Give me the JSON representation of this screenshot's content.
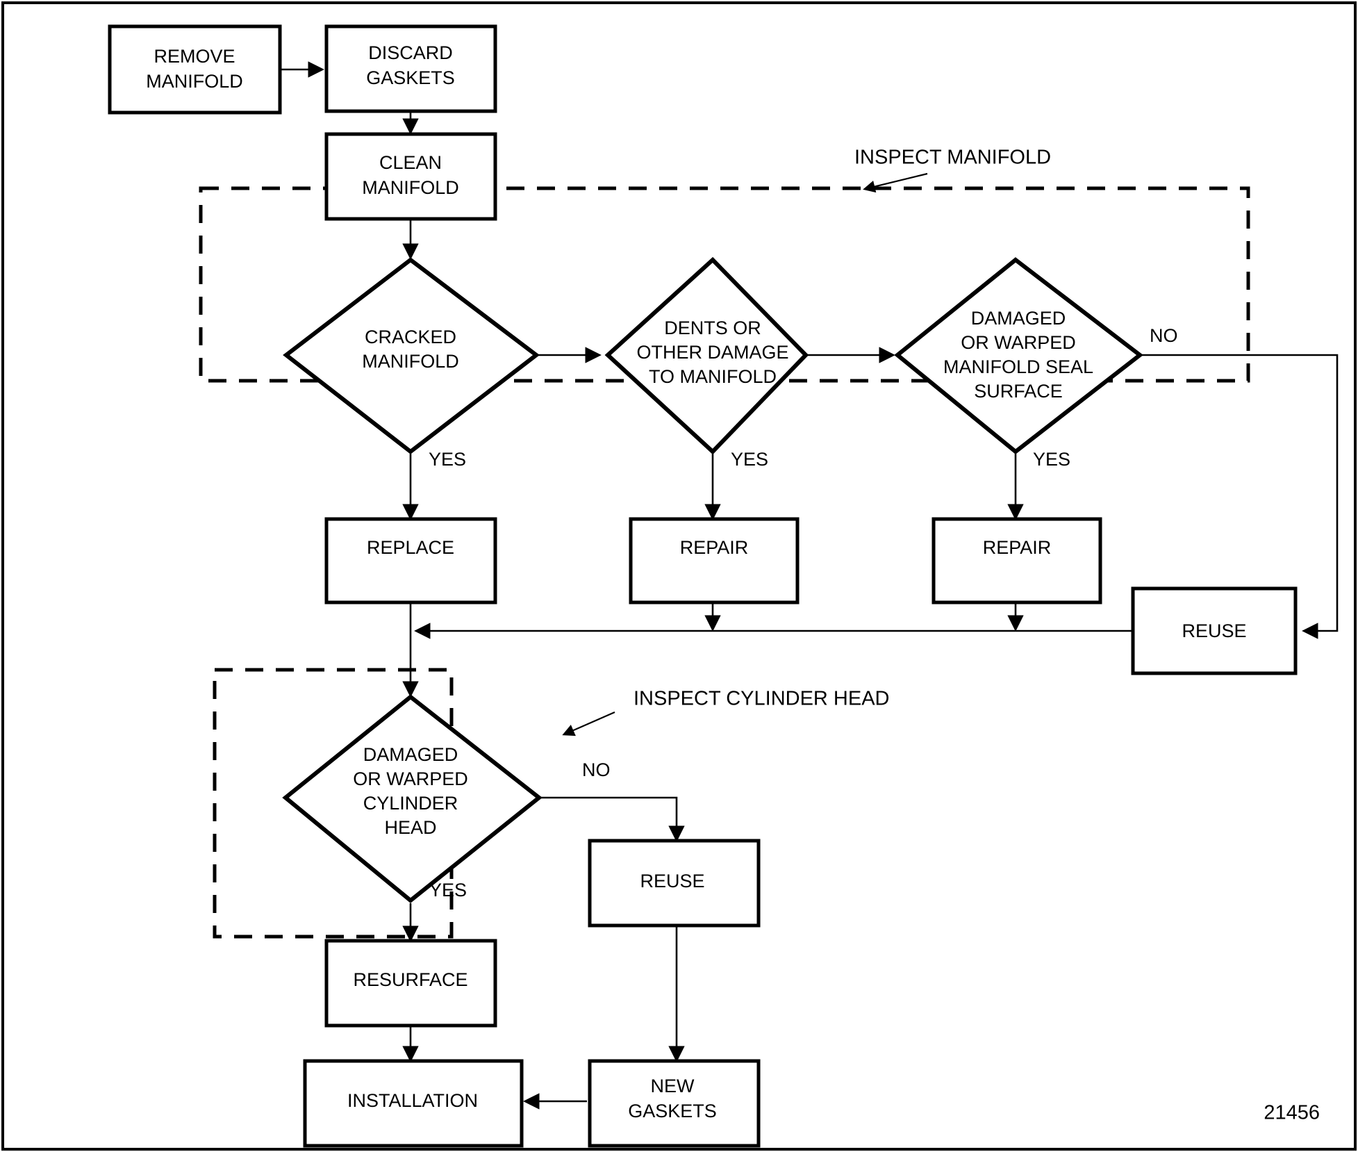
{
  "figure": {
    "number": "21456"
  },
  "nodes": {
    "remove_manifold": {
      "lines": [
        "REMOVE",
        "MANIFOLD"
      ]
    },
    "discard_gaskets": {
      "lines": [
        "DISCARD",
        "GASKETS"
      ]
    },
    "clean_manifold": {
      "lines": [
        "CLEAN",
        "MANIFOLD"
      ]
    },
    "cracked_manifold": {
      "lines": [
        "CRACKED",
        "MANIFOLD"
      ]
    },
    "dents_or_other_damage": {
      "lines": [
        "DENTS OR",
        "OTHER DAMAGE",
        "TO MANIFOLD"
      ]
    },
    "damaged_or_warped_seal": {
      "lines": [
        "DAMAGED",
        "OR WARPED",
        "MANIFOLD SEAL",
        "SURFACE"
      ]
    },
    "replace": {
      "lines": [
        "REPLACE"
      ]
    },
    "repair_dents": {
      "lines": [
        "REPAIR"
      ]
    },
    "repair_seal": {
      "lines": [
        "REPAIR"
      ]
    },
    "reuse_manifold": {
      "lines": [
        "REUSE"
      ]
    },
    "damaged_or_warped_head": {
      "lines": [
        "DAMAGED",
        "OR WARPED",
        "CYLINDER",
        "HEAD"
      ]
    },
    "resurface": {
      "lines": [
        "RESURFACE"
      ]
    },
    "reuse_head": {
      "lines": [
        "REUSE"
      ]
    },
    "new_gaskets": {
      "lines": [
        "NEW",
        "GASKETS"
      ]
    },
    "installation": {
      "lines": [
        "INSTALLATION"
      ]
    }
  },
  "group_labels": {
    "inspect_manifold": "INSPECT MANIFOLD",
    "inspect_cylinder_head": "INSPECT CYLINDER HEAD"
  },
  "edge_labels": {
    "cracked_yes": "YES",
    "dents_yes": "YES",
    "seal_yes": "YES",
    "seal_no": "NO",
    "head_yes": "YES",
    "head_no": "NO"
  },
  "colors": {
    "ink": "#000000",
    "paper": "#ffffff"
  }
}
